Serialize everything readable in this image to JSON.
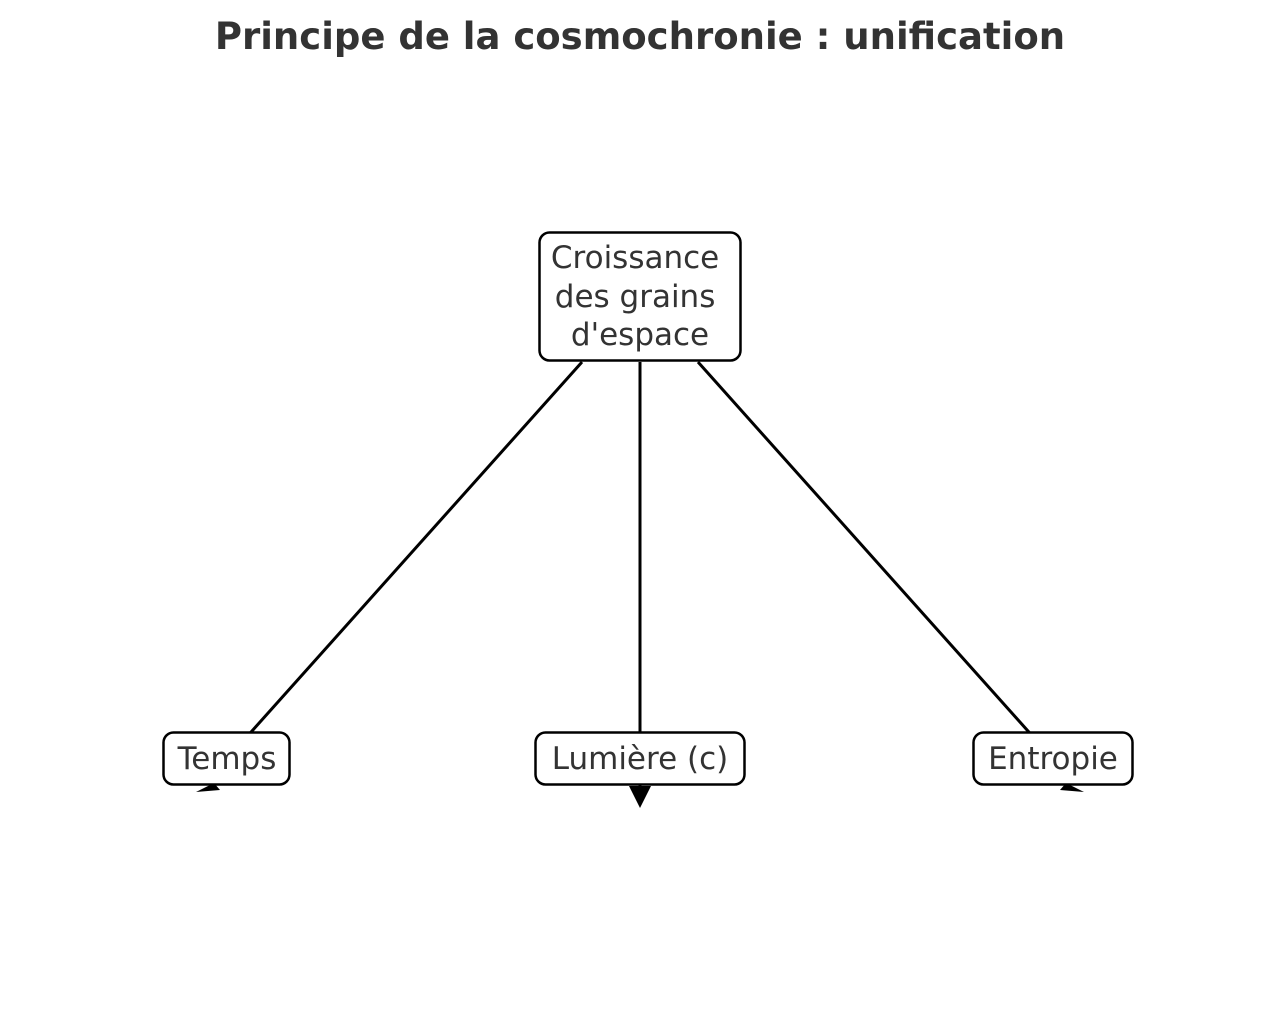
{
  "title": "Principe de la cosmochronie : unification",
  "nodes": {
    "source": {
      "label_lines": [
        "Croissance",
        "des grains",
        "d'espace"
      ]
    },
    "targets": [
      {
        "label": "Temps"
      },
      {
        "label": "Lumière (c)"
      },
      {
        "label": "Entropie"
      }
    ]
  },
  "edges": [
    {
      "from": "source",
      "to": "Temps"
    },
    {
      "from": "source",
      "to": "Lumière (c)"
    },
    {
      "from": "source",
      "to": "Entropie"
    }
  ],
  "colors": {
    "text": "#333333",
    "stroke": "#000000",
    "box_fill": "#ffffff"
  }
}
